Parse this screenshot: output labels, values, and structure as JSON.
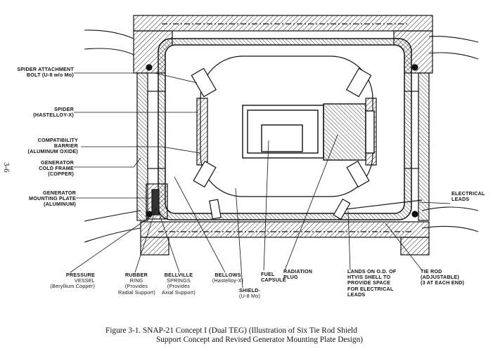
{
  "page_number": "3-6",
  "labels": {
    "spider_bolt": [
      "SPIDER ATTACHMENT",
      "BOLT (U-8 w/o Mo)"
    ],
    "spider": [
      "SPIDER",
      "(HASTELLOY-X)"
    ],
    "compat": [
      "COMPATIBILITY",
      "BARRIER",
      "(ALUMINUM OXIDE)"
    ],
    "cold_frame": [
      "GENERATOR",
      "COLD FRAME",
      "(COPPER)"
    ],
    "mount_plate": [
      "GENERATOR",
      "MOUNTING PLATE",
      "(ALUMINUM)"
    ],
    "electrical": [
      "ELECTRICAL",
      "LEADS"
    ],
    "pressure_vessel": [
      "PRESSURE",
      "VESSEL",
      "(Beryllium Copper)"
    ],
    "rubber_ring": [
      "RUBBER",
      "RING",
      "(Provides",
      "Radial Support)"
    ],
    "bellville": [
      "BELLVILLE",
      "SPRINGS",
      "(Provides",
      "Axial Support)"
    ],
    "bellows": [
      "BELLOWS",
      "(Hastelloy-X)"
    ],
    "shield": [
      "SHIELD-",
      "(U-8 Mo)"
    ],
    "fuel_capsule": [
      "FUEL",
      "CAPSULE"
    ],
    "radiation_plug": [
      "RADIATION",
      "PLUG"
    ],
    "lands": [
      "LANDS ON O.D. OF",
      "HTVIS SHELL TO",
      "PROVIDE SPACE",
      "FOR ELECTRICAL",
      "LEADS"
    ],
    "tie_rod": [
      "TIE ROD",
      "(ADJUSTABLE)",
      "(3 AT EACH END)"
    ]
  },
  "caption": {
    "line1": "Figure 3-1.   SNAP-21 Concept I (Dual TEG) (Illustration of Six Tie Rod Shield",
    "line2": "Support Concept and Revised Generator Mounting Plate Design)"
  }
}
